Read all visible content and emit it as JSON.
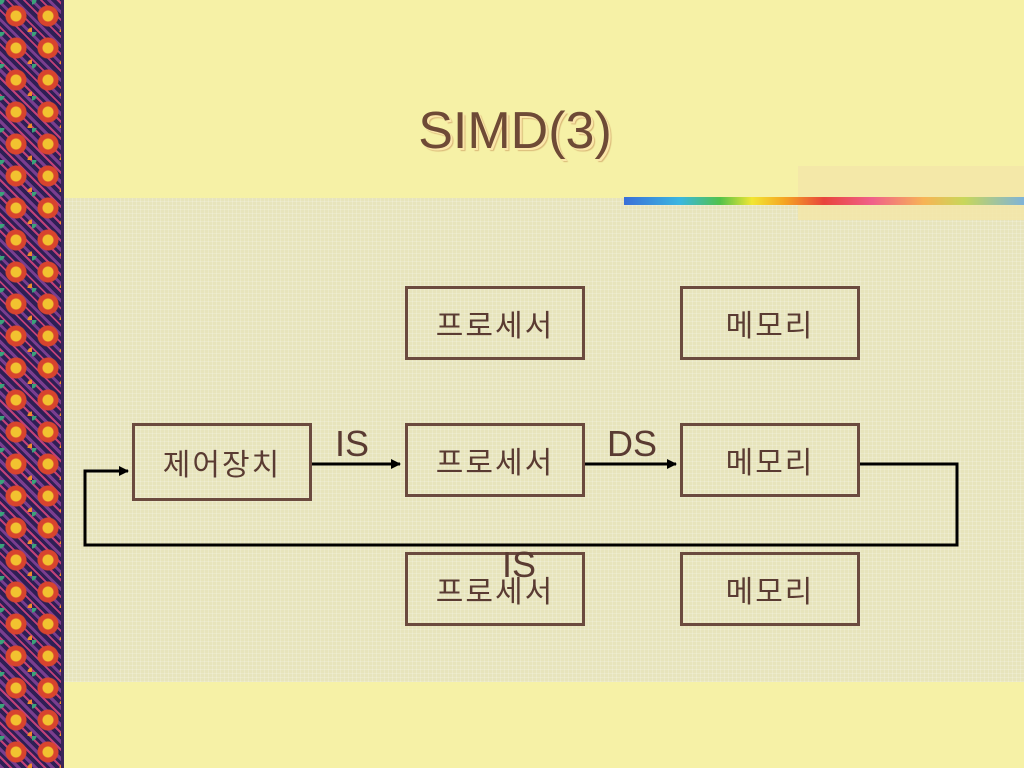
{
  "slide": {
    "title": "SIMD(3)"
  },
  "diagram": {
    "control_unit": "제어장치",
    "processors": [
      "프로세서",
      "프로세서",
      "프로세서"
    ],
    "memories": [
      "메모리",
      "메모리",
      "메모리"
    ],
    "edge_labels": {
      "is_top": "IS",
      "ds": "DS",
      "is_bottom": "IS"
    }
  },
  "colors": {
    "background": "#f6f1a6",
    "panel": "#e7e4bc",
    "box_border": "#6b4a3e",
    "text": "#5a3b32",
    "arrow": "#000000"
  }
}
